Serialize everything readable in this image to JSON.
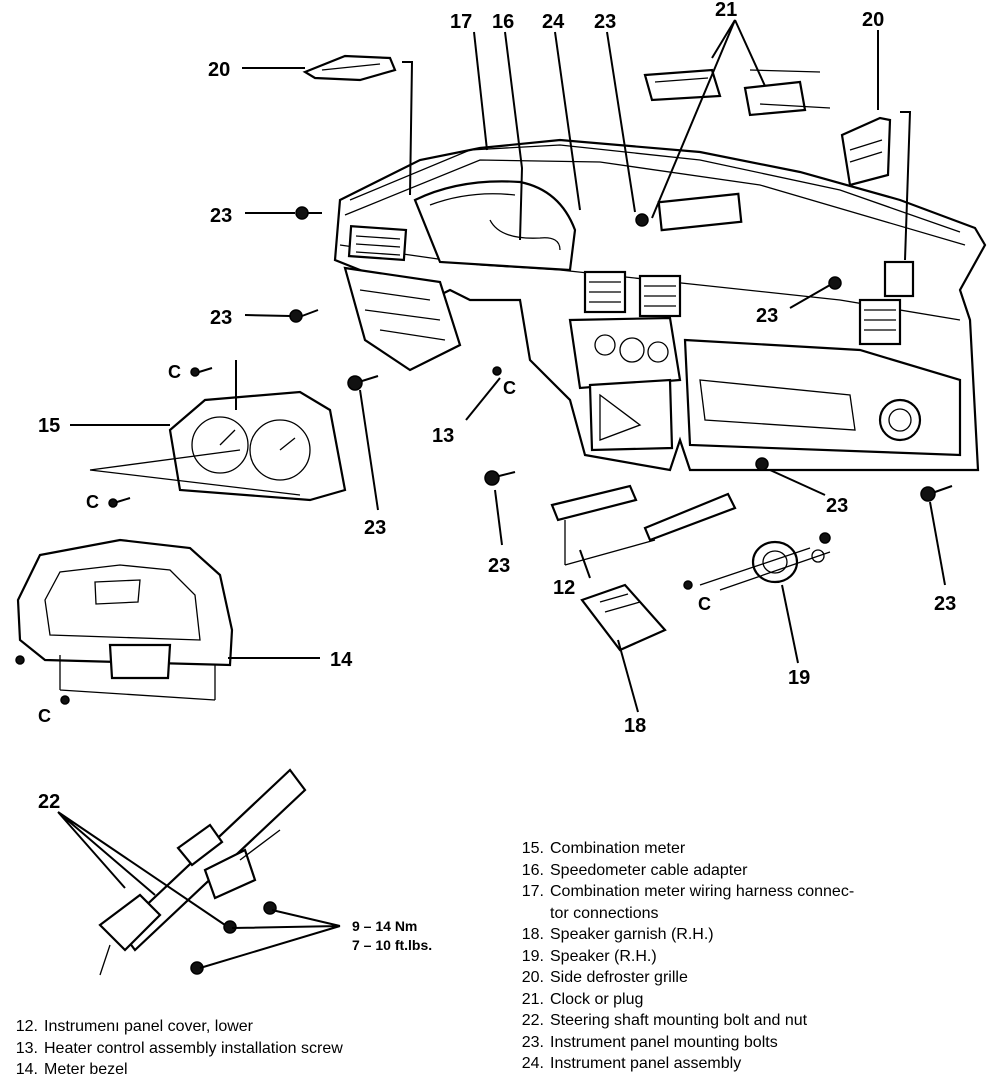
{
  "callouts": {
    "n12": "12",
    "n13": "13",
    "n14": "14",
    "n15": "15",
    "n16": "16",
    "n17": "17",
    "n18": "18",
    "n19": "19",
    "n20": "20",
    "n21": "21",
    "n22": "22",
    "n23": "23",
    "n24": "24",
    "c": "C"
  },
  "torque": {
    "nm": "9 – 14 Nm",
    "ftlbs": "7 – 10 ft.lbs."
  },
  "legend": [
    {
      "num": "12.",
      "text": "Instrumenı panel cover, lower"
    },
    {
      "num": "13.",
      "text": "Heater control assembly installation screw"
    },
    {
      "num": "14.",
      "text": "Meter bezel"
    },
    {
      "num": "15.",
      "text": "Combination meter"
    },
    {
      "num": "16.",
      "text": "Speedometer cable adapter"
    },
    {
      "num": "17.",
      "text": "Combination meter wiring harness connec-",
      "cont": "tor connections"
    },
    {
      "num": "18.",
      "text": "Speaker garnish (R.H.)"
    },
    {
      "num": "19.",
      "text": "Speaker (R.H.)"
    },
    {
      "num": "20.",
      "text": "Side defroster grille"
    },
    {
      "num": "21.",
      "text": "Clock or plug"
    },
    {
      "num": "22.",
      "text": "Steering shaft mounting bolt and nut"
    },
    {
      "num": "23.",
      "text": "Instrument panel mounting bolts"
    },
    {
      "num": "24.",
      "text": "Instrument panel assembly"
    }
  ]
}
